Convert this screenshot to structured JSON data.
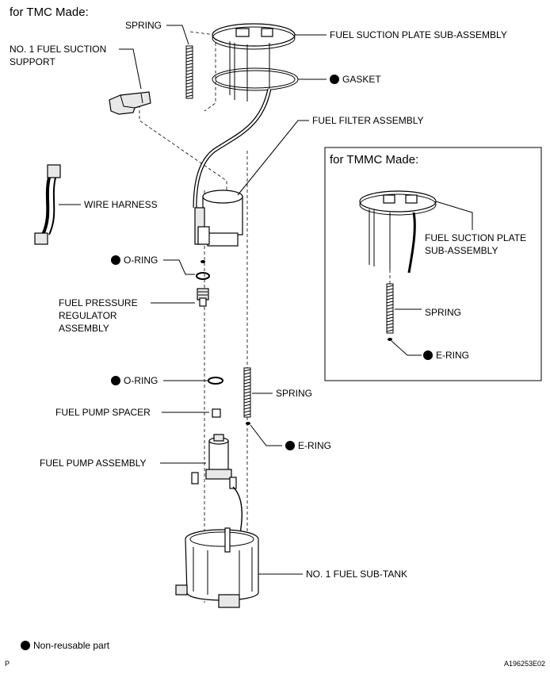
{
  "header": {
    "tmc": "for TMC Made:"
  },
  "labels": {
    "spring_top": "SPRING",
    "suction_plate": "FUEL SUCTION PLATE SUB-ASSEMBLY",
    "support_1": "NO. 1 FUEL SUCTION",
    "support_2": "SUPPORT",
    "gasket": "GASKET",
    "filter": "FUEL FILTER ASSEMBLY",
    "wire_harness": "WIRE HARNESS",
    "oring_1": "O-RING",
    "regulator_1": "FUEL PRESSURE",
    "regulator_2": "REGULATOR",
    "regulator_3": "ASSEMBLY",
    "oring_2": "O-RING",
    "spring_mid": "SPRING",
    "spacer": "FUEL PUMP SPACER",
    "ering_mid": "E-RING",
    "pump": "FUEL PUMP ASSEMBLY",
    "subtank": "NO. 1 FUEL SUB-TANK"
  },
  "tmmc": {
    "title": "for TMMC Made:",
    "plate_1": "FUEL SUCTION PLATE",
    "plate_2": "SUB-ASSEMBLY",
    "spring": "SPRING",
    "ering": "E-RING"
  },
  "legend": {
    "text": "Non-reusable part"
  },
  "footer": {
    "left": "P",
    "right": "A196253E02"
  }
}
